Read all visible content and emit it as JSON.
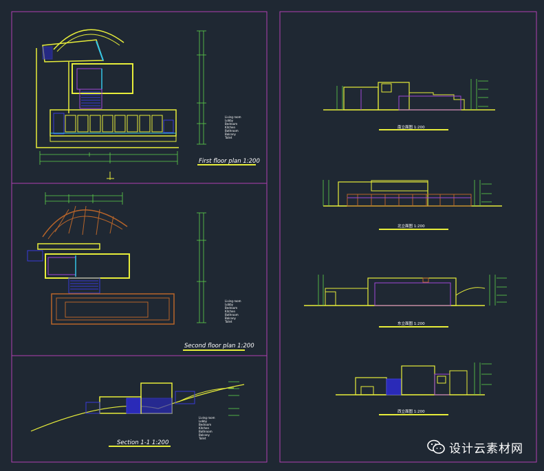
{
  "drawings": {
    "first_floor_title": "First floor plan 1:200",
    "second_floor_title": "Second floor plan 1:200",
    "section_title": "Section 1-1   1:200",
    "elevation_titles": [
      "南立面图 1:200",
      "北立面图 1:200",
      "东立面图 1:200",
      "西立面图 1:200"
    ]
  },
  "legend": {
    "items": [
      "Living room",
      "Lobby",
      "Bedroom",
      "Kitchen",
      "Bathroom",
      "Balcony",
      "Toilet"
    ]
  },
  "watermark": {
    "text": "设计云素材网",
    "icon": "wechat-icon"
  },
  "colors": {
    "background": "#1f2833",
    "frame": "#b13fb3",
    "wall": "#e8ee3a",
    "dim": "#5dd24b",
    "glass": "#35c6e8",
    "accent": "#a048d8",
    "brown": "#b8652a",
    "blue": "#3a3ad8"
  }
}
